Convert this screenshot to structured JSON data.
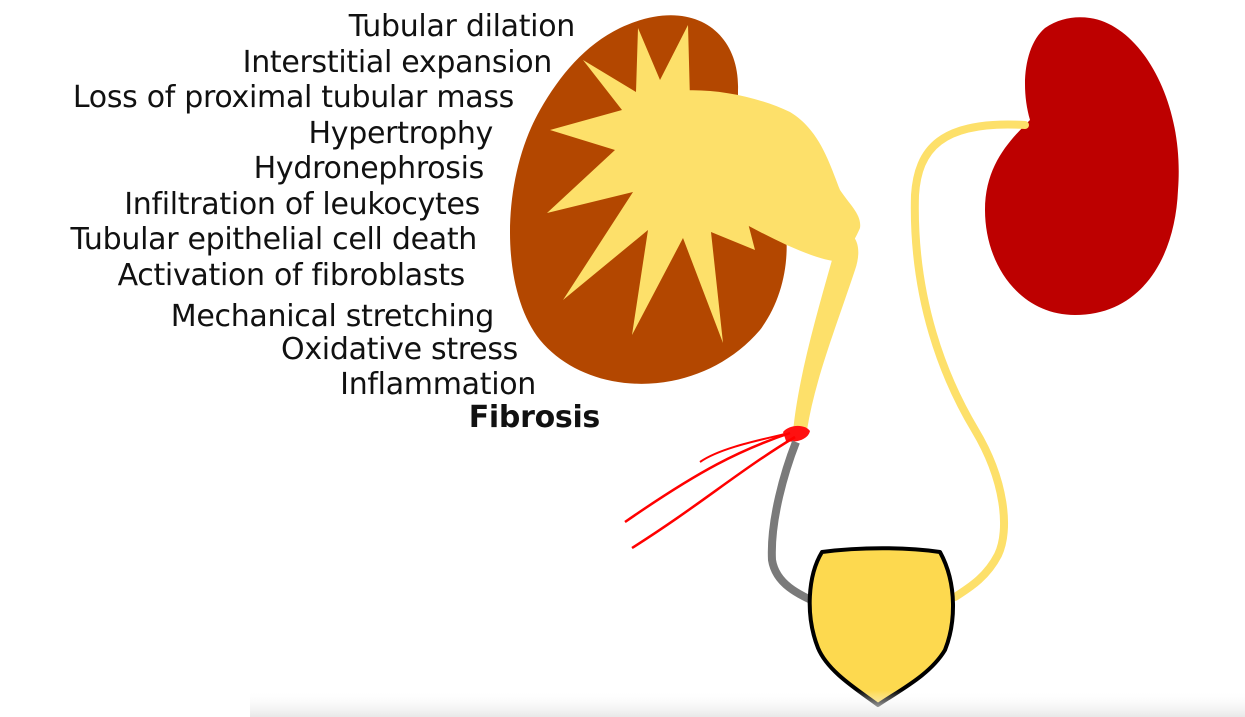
{
  "effects": [
    {
      "label": "Tubular dilation"
    },
    {
      "label": "Interstitial expansion"
    },
    {
      "label": "Loss of proximal tubular mass"
    },
    {
      "label": "Hypertrophy"
    },
    {
      "label": "Hydronephrosis"
    },
    {
      "label": "Infiltration of leukocytes"
    },
    {
      "label": "Tubular epithelial cell death"
    },
    {
      "label": "Activation of fibroblasts"
    },
    {
      "label": "Mechanical stretching"
    },
    {
      "label": "Oxidative stress"
    },
    {
      "label": "Inflammation"
    },
    {
      "label": "Fibrosis",
      "bold": true
    }
  ],
  "colors": {
    "obstructed_kidney": "#b34700",
    "pelvis_yellow": "#fde06a",
    "healthy_kidney": "#bd0000",
    "ureter": "#fde06a",
    "ligature": "#ff0000",
    "stent": "#7a7a7a",
    "bladder_fill": "#fdd94f",
    "bladder_outline": "#000000",
    "text": "#111111"
  },
  "icons": {
    "obstructed_kidney": "obstructed-kidney-icon",
    "healthy_kidney": "healthy-kidney-icon",
    "bladder": "bladder-icon",
    "ligature": "ligature-icon"
  }
}
